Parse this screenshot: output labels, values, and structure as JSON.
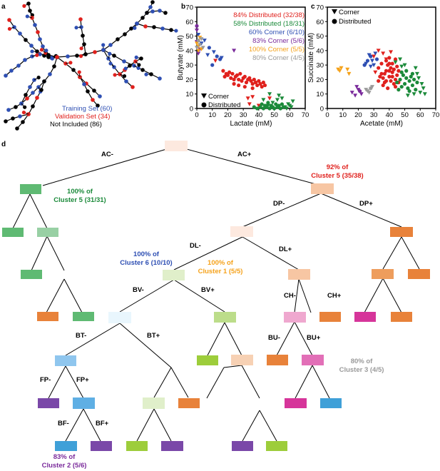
{
  "panels": {
    "a": {
      "letter": "a",
      "legend": [
        {
          "text": "Training Set (60)",
          "color": "#2e4fb3"
        },
        {
          "text": "Validation Set (34)",
          "color": "#e0211d"
        },
        {
          "text": "Not Included (86)",
          "color": "#000000"
        }
      ]
    },
    "b": {
      "letter": "b",
      "legend_text": [
        {
          "text": "84% Distributed (32/38)",
          "color": "#e0211d"
        },
        {
          "text": "58% Distributed (18/31)",
          "color": "#1b8a3a"
        },
        {
          "text": "60% Corner (6/10)",
          "color": "#2e4fb3"
        },
        {
          "text": "83% Corner (5/6)",
          "color": "#7a2a9b"
        },
        {
          "text": "100% Corner (5/5)",
          "color": "#f5a21b"
        },
        {
          "text": "80% Corner (4/5)",
          "color": "#9a9a9a"
        }
      ],
      "shape_legend": [
        "Corner",
        "Distributed"
      ]
    },
    "c": {
      "letter": "c",
      "shape_legend": [
        "Corner",
        "Distributed"
      ]
    },
    "d": {
      "letter": "d"
    }
  },
  "colors": {
    "red": "#e0211d",
    "green": "#1b8a3a",
    "blue": "#2e4fb3",
    "purple": "#7a2a9b",
    "orange": "#f5a21b",
    "gray": "#9a9a9a"
  },
  "chart_data": [
    {
      "type": "scatter",
      "xlabel": "Lactate (mM)",
      "ylabel": "Butyrate (mM)",
      "xlim": [
        0,
        70
      ],
      "ylim": [
        0,
        70
      ],
      "xticks": [
        0,
        10,
        20,
        30,
        40,
        50,
        60,
        70
      ],
      "yticks": [
        0,
        10,
        20,
        30,
        40,
        50,
        60,
        70
      ],
      "series": [
        {
          "color": "red",
          "marker": "circle",
          "points": [
            [
              17,
              26
            ],
            [
              18,
              22
            ],
            [
              19,
              24
            ],
            [
              20,
              23
            ],
            [
              21,
              25
            ],
            [
              22,
              21
            ],
            [
              23,
              24
            ],
            [
              24,
              20
            ],
            [
              25,
              22
            ],
            [
              26,
              23
            ],
            [
              27,
              20
            ],
            [
              28,
              24
            ],
            [
              29,
              19
            ],
            [
              30,
              21
            ],
            [
              31,
              22
            ],
            [
              32,
              18
            ],
            [
              33,
              20
            ],
            [
              34,
              21
            ],
            [
              35,
              19
            ],
            [
              36,
              17
            ],
            [
              37,
              20
            ],
            [
              38,
              18
            ],
            [
              39,
              16
            ],
            [
              40,
              19
            ],
            [
              41,
              17
            ],
            [
              42,
              15
            ],
            [
              43,
              18
            ],
            [
              44,
              16
            ],
            [
              24,
              17
            ],
            [
              27,
              16
            ],
            [
              31,
              15
            ],
            [
              36,
              14
            ]
          ]
        },
        {
          "color": "red",
          "marker": "triangle",
          "points": [
            [
              33,
              7
            ],
            [
              40,
              2
            ],
            [
              34,
              3
            ],
            [
              36,
              8
            ],
            [
              12,
              33
            ],
            [
              47,
              7
            ]
          ]
        },
        {
          "color": "green",
          "marker": "circle",
          "points": [
            [
              37,
              1
            ],
            [
              39,
              0
            ],
            [
              41,
              1
            ],
            [
              42,
              3
            ],
            [
              43,
              0
            ],
            [
              44,
              2
            ],
            [
              45,
              1
            ],
            [
              46,
              4
            ],
            [
              47,
              0
            ],
            [
              48,
              2
            ],
            [
              49,
              1
            ],
            [
              50,
              0
            ],
            [
              51,
              3
            ],
            [
              52,
              1
            ],
            [
              53,
              2
            ],
            [
              54,
              0
            ],
            [
              55,
              3
            ],
            [
              56,
              1
            ]
          ]
        },
        {
          "color": "green",
          "marker": "triangle",
          "points": [
            [
              47,
              10
            ],
            [
              52,
              6
            ],
            [
              57,
              1
            ],
            [
              59,
              3
            ],
            [
              61,
              1
            ],
            [
              55,
              7
            ],
            [
              49,
              4
            ],
            [
              62,
              5
            ],
            [
              58,
              0
            ],
            [
              53,
              9
            ],
            [
              60,
              2
            ],
            [
              46,
              2
            ],
            [
              43,
              6
            ]
          ]
        },
        {
          "color": "blue",
          "marker": "triangle",
          "points": [
            [
              1,
              51
            ],
            [
              5,
              47
            ],
            [
              7,
              37
            ],
            [
              11,
              39
            ],
            [
              16,
              35
            ],
            [
              3,
              45
            ]
          ]
        },
        {
          "color": "blue",
          "marker": "circle",
          "points": [
            [
              8,
              42
            ],
            [
              13,
              36
            ],
            [
              15,
              34
            ],
            [
              10,
              30
            ]
          ]
        },
        {
          "color": "purple",
          "marker": "triangle",
          "points": [
            [
              0,
              54
            ],
            [
              2,
              41
            ],
            [
              0,
              46
            ],
            [
              1,
              38
            ],
            [
              24,
              40
            ]
          ]
        },
        {
          "color": "purple",
          "marker": "circle",
          "points": [
            [
              0,
              57
            ]
          ]
        },
        {
          "color": "orange",
          "marker": "triangle",
          "points": [
            [
              0,
              45
            ],
            [
              1,
              43
            ],
            [
              2,
              49
            ],
            [
              3,
              41
            ],
            [
              1,
              40
            ]
          ]
        },
        {
          "color": "gray",
          "marker": "triangle",
          "points": [
            [
              2,
              44
            ],
            [
              3,
              48
            ],
            [
              4,
              42
            ],
            [
              0,
              42
            ]
          ]
        },
        {
          "color": "gray",
          "marker": "circle",
          "points": [
            [
              1,
              47
            ]
          ]
        }
      ]
    },
    {
      "type": "scatter",
      "xlabel": "Acetate (mM)",
      "ylabel": "Succinate (mM)",
      "xlim": [
        0,
        70
      ],
      "ylim": [
        0,
        70
      ],
      "xticks": [
        0,
        10,
        20,
        30,
        40,
        50,
        60,
        70
      ],
      "yticks": [
        0,
        10,
        20,
        30,
        40,
        50,
        60,
        70
      ],
      "series": [
        {
          "color": "red",
          "marker": "circle",
          "points": [
            [
              33,
              28
            ],
            [
              35,
              24
            ],
            [
              36,
              21
            ],
            [
              37,
              18
            ],
            [
              38,
              26
            ],
            [
              39,
              30
            ],
            [
              40,
              22
            ],
            [
              41,
              19
            ],
            [
              42,
              25
            ],
            [
              43,
              27
            ],
            [
              44,
              20
            ],
            [
              45,
              23
            ],
            [
              46,
              18
            ],
            [
              38,
              33
            ],
            [
              40,
              35
            ],
            [
              34,
              22
            ],
            [
              42,
              31
            ],
            [
              44,
              34
            ],
            [
              36,
              16
            ],
            [
              39,
              14
            ],
            [
              41,
              28
            ],
            [
              43,
              17
            ],
            [
              37,
              24
            ],
            [
              40,
              26
            ],
            [
              45,
              29
            ],
            [
              38,
              19
            ],
            [
              35,
              31
            ],
            [
              42,
              22
            ],
            [
              46,
              26
            ],
            [
              44,
              15
            ],
            [
              40,
              31
            ],
            [
              33,
              19
            ]
          ]
        },
        {
          "color": "red",
          "marker": "triangle",
          "points": [
            [
              31,
              25
            ],
            [
              36,
              38
            ],
            [
              30,
              36
            ],
            [
              33,
              40
            ],
            [
              41,
              39
            ],
            [
              38,
              34
            ]
          ]
        },
        {
          "color": "green",
          "marker": "circle",
          "points": [
            [
              45,
              18
            ],
            [
              47,
              20
            ],
            [
              48,
              15
            ],
            [
              49,
              23
            ],
            [
              50,
              17
            ],
            [
              51,
              21
            ],
            [
              52,
              14
            ],
            [
              53,
              19
            ],
            [
              54,
              22
            ],
            [
              55,
              16
            ],
            [
              56,
              20
            ],
            [
              57,
              13
            ],
            [
              58,
              18
            ],
            [
              46,
              13
            ],
            [
              48,
              25
            ],
            [
              51,
              26
            ],
            [
              53,
              12
            ],
            [
              55,
              24
            ]
          ]
        },
        {
          "color": "green",
          "marker": "triangle",
          "points": [
            [
              44,
              32
            ],
            [
              50,
              30
            ],
            [
              57,
              28
            ],
            [
              59,
              21
            ],
            [
              61,
              17
            ],
            [
              62,
              14
            ],
            [
              60,
              11
            ],
            [
              56,
              10
            ],
            [
              52,
              9
            ],
            [
              58,
              24
            ],
            [
              63,
              10
            ],
            [
              48,
              29
            ],
            [
              47,
              34
            ]
          ]
        },
        {
          "color": "blue",
          "marker": "triangle",
          "points": [
            [
              27,
              37
            ],
            [
              29,
              33
            ],
            [
              31,
              38
            ],
            [
              25,
              31
            ],
            [
              28,
              29
            ],
            [
              30,
              30
            ]
          ]
        },
        {
          "color": "blue",
          "marker": "circle",
          "points": [
            [
              26,
              33
            ],
            [
              28,
              36
            ],
            [
              24,
              30
            ],
            [
              32,
              34
            ]
          ]
        },
        {
          "color": "purple",
          "marker": "triangle",
          "points": [
            [
              16,
              11
            ],
            [
              18,
              9
            ],
            [
              20,
              13
            ],
            [
              22,
              10
            ],
            [
              19,
              15
            ]
          ]
        },
        {
          "color": "purple",
          "marker": "circle",
          "points": [
            [
              21,
              12
            ]
          ]
        },
        {
          "color": "orange",
          "marker": "triangle",
          "points": [
            [
              7,
              27
            ],
            [
              9,
              28
            ],
            [
              14,
              24
            ],
            [
              13,
              27
            ],
            [
              8,
              26
            ]
          ]
        },
        {
          "color": "gray",
          "marker": "triangle",
          "points": [
            [
              25,
              13
            ],
            [
              27,
              11
            ],
            [
              29,
              15
            ],
            [
              26,
              12
            ]
          ]
        },
        {
          "color": "gray",
          "marker": "circle",
          "points": [
            [
              28,
              14
            ]
          ]
        }
      ]
    },
    {
      "type": "tree",
      "edge_labels": [
        "AC-",
        "AC+",
        "DP-",
        "DP+",
        "DL-",
        "DL+",
        "BV-",
        "BV+",
        "CH-",
        "CH+",
        "BT-",
        "BT+",
        "BU-",
        "BU+",
        "FP-",
        "FP+",
        "BF-",
        "BF+"
      ],
      "annotations": [
        {
          "lines": [
            "100% of",
            "Cluster 5 (31/31)"
          ],
          "color": "green"
        },
        {
          "lines": [
            "92% of",
            "Cluster 5 (35/38)"
          ],
          "color": "red"
        },
        {
          "lines": [
            "100% of",
            "Cluster 6 (10/10)"
          ],
          "color": "blue"
        },
        {
          "lines": [
            "100% of",
            "Cluster 1 (5/5)"
          ],
          "color": "orange"
        },
        {
          "lines": [
            "80% of",
            "Cluster 3 (4/5)"
          ],
          "color": "gray"
        },
        {
          "lines": [
            "83% of",
            "Cluster 2 (5/6)"
          ],
          "color": "purple"
        }
      ]
    }
  ]
}
